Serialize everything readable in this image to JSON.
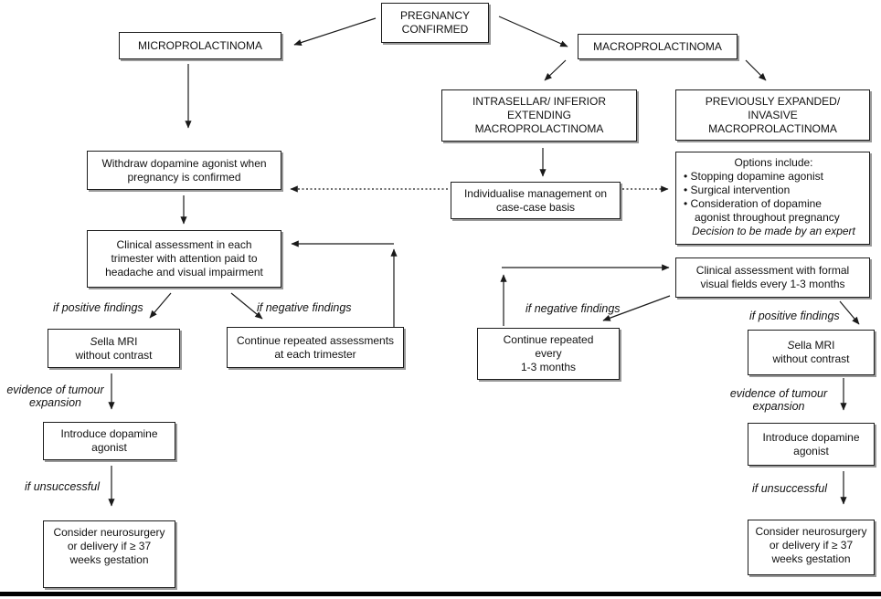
{
  "colors": {
    "background": "#ffffff",
    "line": "#1a1a1a",
    "rule": "#000000"
  },
  "boxes": {
    "pregnancy": {
      "lines": [
        "PREGNANCY",
        "CONFIRMED"
      ]
    },
    "micro": {
      "lines": [
        "MICROPROLACTINOMA"
      ]
    },
    "macro": {
      "lines": [
        "MACROPROLACTINOMA"
      ]
    },
    "intrasellar": {
      "lines": [
        "INTRASELLAR/ INFERIOR",
        "EXTENDING",
        "MACROPROLACTINOMA"
      ]
    },
    "previously": {
      "lines": [
        "PREVIOUSLY EXPANDED/",
        "INVASIVE",
        "MACROPROLACTINOMA"
      ]
    },
    "withdraw": {
      "lines": [
        "Withdraw dopamine agonist when",
        "pregnancy is confirmed"
      ]
    },
    "individualise": {
      "lines": [
        "Individualise management on",
        "case-case basis"
      ]
    },
    "options": {
      "rows": [
        "Options include:",
        "•  Stopping dopamine agonist",
        "•  Surgical intervention",
        "•  Consideration of dopamine",
        "agonist throughout pregnancy",
        "Decision to be made by an expert"
      ]
    },
    "clinical_left": {
      "lines": [
        "Clinical assessment in each",
        "trimester with attention paid to",
        "headache and visual impairment"
      ]
    },
    "clinical_right": {
      "lines": [
        "Clinical assessment with formal",
        "visual fields every 1-3 months"
      ]
    },
    "continue_left": {
      "lines": [
        "Continue repeated assessments",
        "at each trimester"
      ]
    },
    "continue_right": {
      "lines": [
        "Continue repeated",
        "every",
        "1-3 months"
      ]
    },
    "sella_left": {
      "italic": "S",
      "rest": "ella MRI",
      "line2": "without contrast"
    },
    "sella_right": {
      "italic": "S",
      "rest": "ella MRI",
      "line2": "without contrast"
    },
    "introduce_left": {
      "lines": [
        "Introduce dopamine",
        "agonist"
      ]
    },
    "introduce_right": {
      "lines": [
        "Introduce dopamine",
        "agonist"
      ]
    },
    "consider_left": {
      "lines": [
        "Consider neurosurgery",
        "or delivery if ≥ 37",
        "weeks gestation"
      ]
    },
    "consider_right": {
      "lines": [
        "Consider neurosurgery",
        "or delivery if ≥ 37",
        "weeks gestation"
      ]
    }
  },
  "labels": {
    "if_positive_left": "if positive findings",
    "if_negative_left": "if negative findings",
    "evidence_left": [
      "evidence of tumour",
      "expansion"
    ],
    "if_unsuccessful_left": "if unsuccessful",
    "if_negative_right": "if negative findings",
    "if_positive_right": "if positive findings",
    "evidence_right": [
      "evidence of tumour",
      "expansion"
    ],
    "if_unsuccessful_right": "if unsuccessful"
  }
}
